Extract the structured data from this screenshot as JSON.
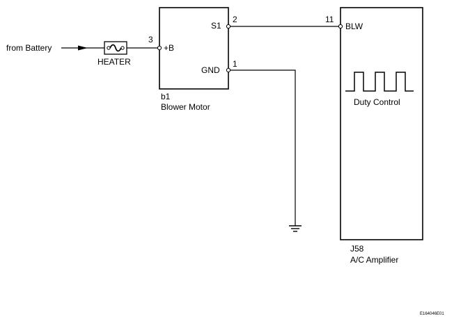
{
  "source": {
    "label": "from Battery"
  },
  "fuse": {
    "label": "HEATER"
  },
  "blower_motor": {
    "id": "b1",
    "name": "Blower Motor",
    "pins": {
      "plus_b": {
        "number": "3",
        "label": "+B"
      },
      "s1": {
        "number": "2",
        "label": "S1"
      },
      "gnd": {
        "number": "1",
        "label": "GND"
      }
    }
  },
  "amplifier": {
    "id": "J58",
    "name": "A/C Amplifier",
    "pins": {
      "blw": {
        "number": "11",
        "label": "BLW"
      }
    },
    "function_label": "Duty Control"
  },
  "figure_code": "E164046E01"
}
